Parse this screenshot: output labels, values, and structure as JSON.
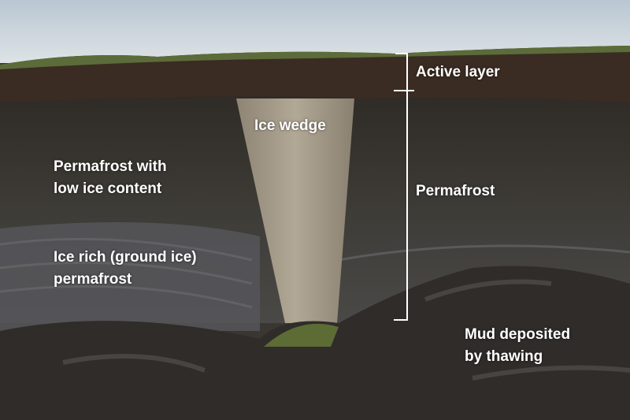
{
  "labels": {
    "active_layer": "Active layer",
    "ice_wedge": "Ice wedge",
    "permafrost_low_ice_line1": "Permafrost with",
    "permafrost_low_ice_line2": "low ice content",
    "permafrost": "Permafrost",
    "ice_rich_line1": "Ice rich (ground ice)",
    "ice_rich_line2": "permafrost",
    "mud_line1": "Mud deposited",
    "mud_line2": "by thawing"
  },
  "colors": {
    "sky": "#cdd6dc",
    "active_layer": "#3a2c22",
    "permafrost": "#3b3934",
    "ice_rich": "#55545a",
    "ice_wedge": "#a39886",
    "mud": "#2f2c2a",
    "label": "#ffffff"
  }
}
